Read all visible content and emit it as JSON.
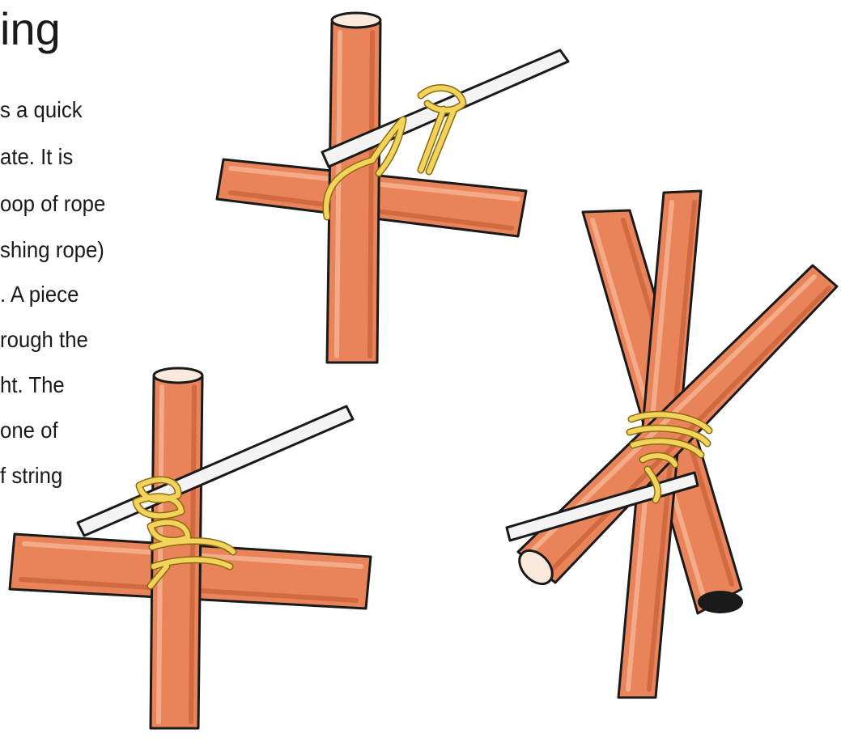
{
  "page": {
    "title": "ing",
    "lines": [
      "s a quick",
      "ate. It is",
      "oop of rope",
      "shing rope)",
      ". A piece",
      "rough the",
      "ht. The",
      "one of",
      "f string"
    ]
  },
  "colors": {
    "pole": "#e8835a",
    "pole_shadow": "#c95f36",
    "pole_top": "#fbe9de",
    "rope": "#f2d45c",
    "rope_outline": "#8a6a10",
    "stick": "#f4f4f4",
    "ink": "#1a1a1a"
  },
  "illustrations": [
    {
      "name": "square-cross-lashing-start-illustration"
    },
    {
      "name": "square-cross-lashing-tightened-illustration"
    },
    {
      "name": "scissor-lashing-illustration"
    }
  ]
}
